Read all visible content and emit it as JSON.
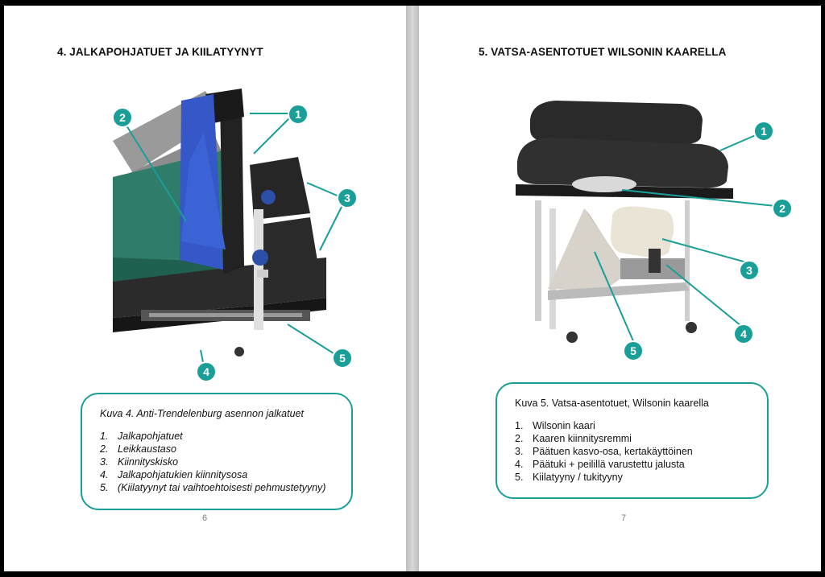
{
  "pages": [
    {
      "heading": "4.  JALKAPOHJATUET JA KIILATYYNYT",
      "caption_title": "Kuva 4.  Anti-Trendelenburg asennon jalkatuet",
      "caption_items": [
        {
          "num": "1.",
          "text": "Jalkapohjatuet"
        },
        {
          "num": "2.",
          "text": "Leikkaustaso"
        },
        {
          "num": "3.",
          "text": "Kiinnityskisko"
        },
        {
          "num": "4.",
          "text": "Jalkapohjatukien kiinnitysosa"
        },
        {
          "num": "5.",
          "text": "(Kiilatyynyt tai vaihtoehtoisesti pehmustetyyny)"
        }
      ],
      "callouts": [
        "2",
        "1",
        "3",
        "4",
        "5"
      ],
      "page_number": "6"
    },
    {
      "heading": "5.  VATSA-ASENTOTUET WILSONIN KAARELLA",
      "caption_title": "Kuva 5. Vatsa-asentotuet, Wilsonin kaarella",
      "caption_items": [
        {
          "num": "1.",
          "text": "Wilsonin kaari"
        },
        {
          "num": "2.",
          "text": "Kaaren kiinnitysremmi"
        },
        {
          "num": "3.",
          "text": "Päätuen kasvo-osa, kertakäyttöinen"
        },
        {
          "num": "4.",
          "text": "Päätuki + peilillä varustettu jalusta"
        },
        {
          "num": "5.",
          "text": "Kiilatyyny / tukityyny"
        }
      ],
      "callouts": [
        "1",
        "2",
        "3",
        "4",
        "5"
      ],
      "page_number": "7"
    }
  ],
  "colors": {
    "accent": "#1a9e98",
    "foot_wedge": "#3b63d6",
    "drape": "#2f7c6a"
  }
}
